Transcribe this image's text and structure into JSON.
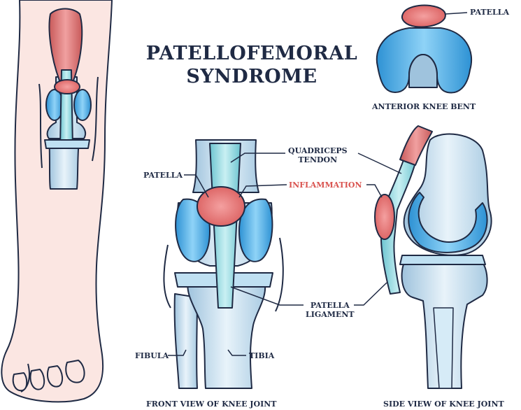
{
  "title": "PATELLOFEMORAL SYNDROME",
  "labels": {
    "patella_top": "PATELLA",
    "anterior_knee_bent": "ANTERIOR KNEE BENT",
    "quadriceps_tendon": "QUADRICEPS\nTENDON",
    "patella_left": "PATELLA",
    "inflammation": "INFLAMMATION",
    "patella_ligament": "PATELLA\nLIGAMENT",
    "fibula": "FIBULA",
    "tibia": "TIBIA",
    "front_view": "FRONT VIEW OF KNEE JOINT",
    "side_view": "SIDE VIEW OF KNEE JOINT"
  },
  "colors": {
    "outline": "#1f2a44",
    "skin": "#fbe6e2",
    "muscle": "#e07a7a",
    "bone_blue": "#bfe0f2",
    "cartilage": "#4fb0e6",
    "tendon": "#8ed6df",
    "inflammation": "#e06b6b",
    "label_red": "#d9534f"
  }
}
